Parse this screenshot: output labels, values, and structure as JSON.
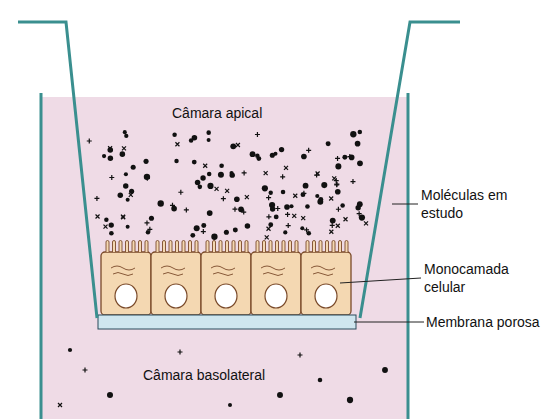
{
  "diagram": {
    "labels": [
      "Câmara apical",
      "Moléculas em estudo",
      "Monocamada celular",
      "Membrana porosa",
      "Câmara basolateral"
    ]
  }
}
